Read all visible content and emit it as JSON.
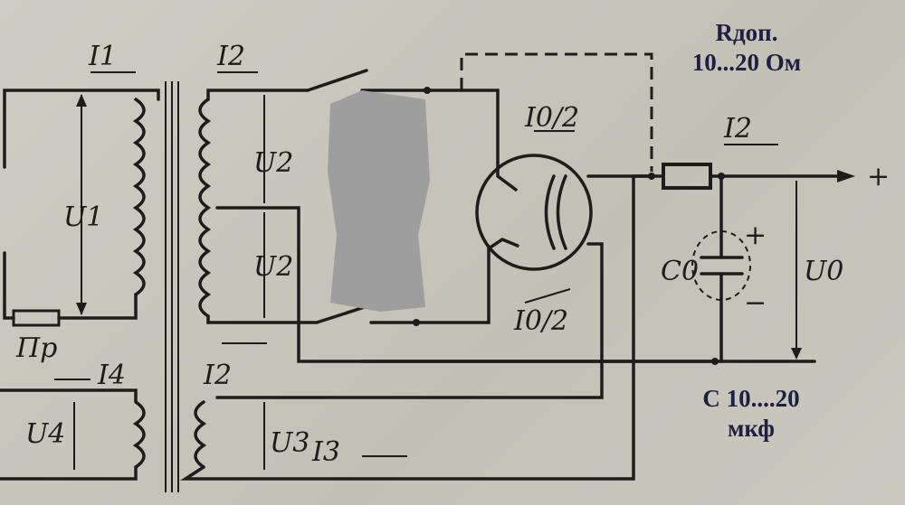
{
  "labels": {
    "i1": "I1",
    "i2_top": "I2",
    "u1": "U1",
    "u2_upper": "U2",
    "u2_lower": "U2",
    "fuse": "Пр",
    "i4": "I4",
    "u4": "U4",
    "i2_heater": "I2",
    "u3": "U3",
    "i3": "I3",
    "i0_half_top": "I0/2",
    "i0_half_bottom": "I0/2",
    "i2_out": "I2",
    "c0": "C0",
    "u0": "U0",
    "plus_out": "+",
    "cap_plus": "+",
    "cap_minus": "−"
  },
  "annotations": {
    "resistor_line1": "Rдоп.",
    "resistor_line2": "10...20 Ом",
    "capacitor_line1": "С 10....20",
    "capacitor_line2": "мкф"
  },
  "colors": {
    "ink": "#1c1c1c",
    "annotation": "#1d1f45",
    "paper": "#c9c7bd",
    "blob": "#9e9e9e"
  }
}
